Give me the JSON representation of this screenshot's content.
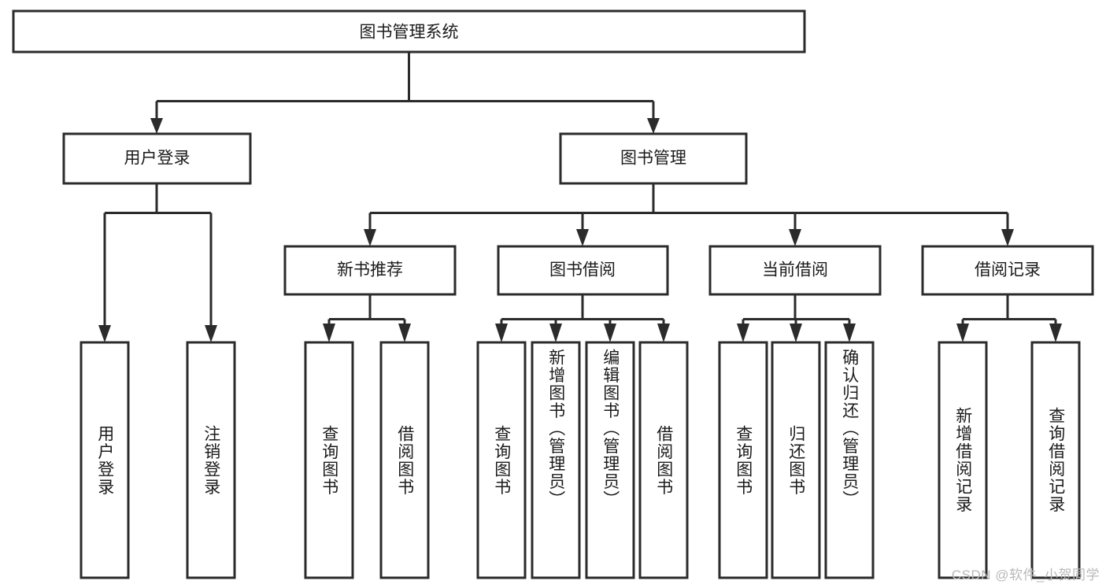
{
  "diagram": {
    "title": "图书管理系统",
    "type": "tree",
    "watermark": "CSDN @软件_小贺同学",
    "colors": {
      "stroke": "#2b2b2b",
      "fill": "#ffffff",
      "text": "#1b1b1b",
      "watermark": "#b9b9b9",
      "background": "#ffffff"
    },
    "root": {
      "label": "图书管理系统"
    },
    "level2": [
      {
        "id": "user-login",
        "label": "用户登录"
      },
      {
        "id": "book-manage",
        "label": "图书管理"
      }
    ],
    "level3": [
      {
        "id": "new-book-recommend",
        "label": "新书推荐",
        "parent": "book-manage"
      },
      {
        "id": "book-borrow",
        "label": "图书借阅",
        "parent": "book-manage"
      },
      {
        "id": "current-borrow",
        "label": "当前借阅",
        "parent": "book-manage"
      },
      {
        "id": "borrow-record",
        "label": "借阅记录",
        "parent": "book-manage"
      }
    ],
    "leaves": {
      "user-login": [
        {
          "id": "leaf-user-login",
          "label": "用户登录"
        },
        {
          "id": "leaf-user-logout",
          "label": "注销登录"
        }
      ],
      "new-book-recommend": [
        {
          "id": "leaf-query-book-1",
          "label": "查询图书"
        },
        {
          "id": "leaf-borrow-book-1",
          "label": "借阅图书"
        }
      ],
      "book-borrow": [
        {
          "id": "leaf-query-book-2",
          "label": "查询图书"
        },
        {
          "id": "leaf-add-book",
          "label": "新增图书（管理员）"
        },
        {
          "id": "leaf-edit-book",
          "label": "编辑图书（管理员）"
        },
        {
          "id": "leaf-borrow-book-2",
          "label": "借阅图书"
        }
      ],
      "current-borrow": [
        {
          "id": "leaf-query-book-3",
          "label": "查询图书"
        },
        {
          "id": "leaf-return-book",
          "label": "归还图书"
        },
        {
          "id": "leaf-confirm-return",
          "label": "确认归还（管理员）"
        }
      ],
      "borrow-record": [
        {
          "id": "leaf-add-record",
          "label": "新增借阅记录"
        },
        {
          "id": "leaf-query-record",
          "label": "查询借阅记录"
        }
      ]
    }
  }
}
